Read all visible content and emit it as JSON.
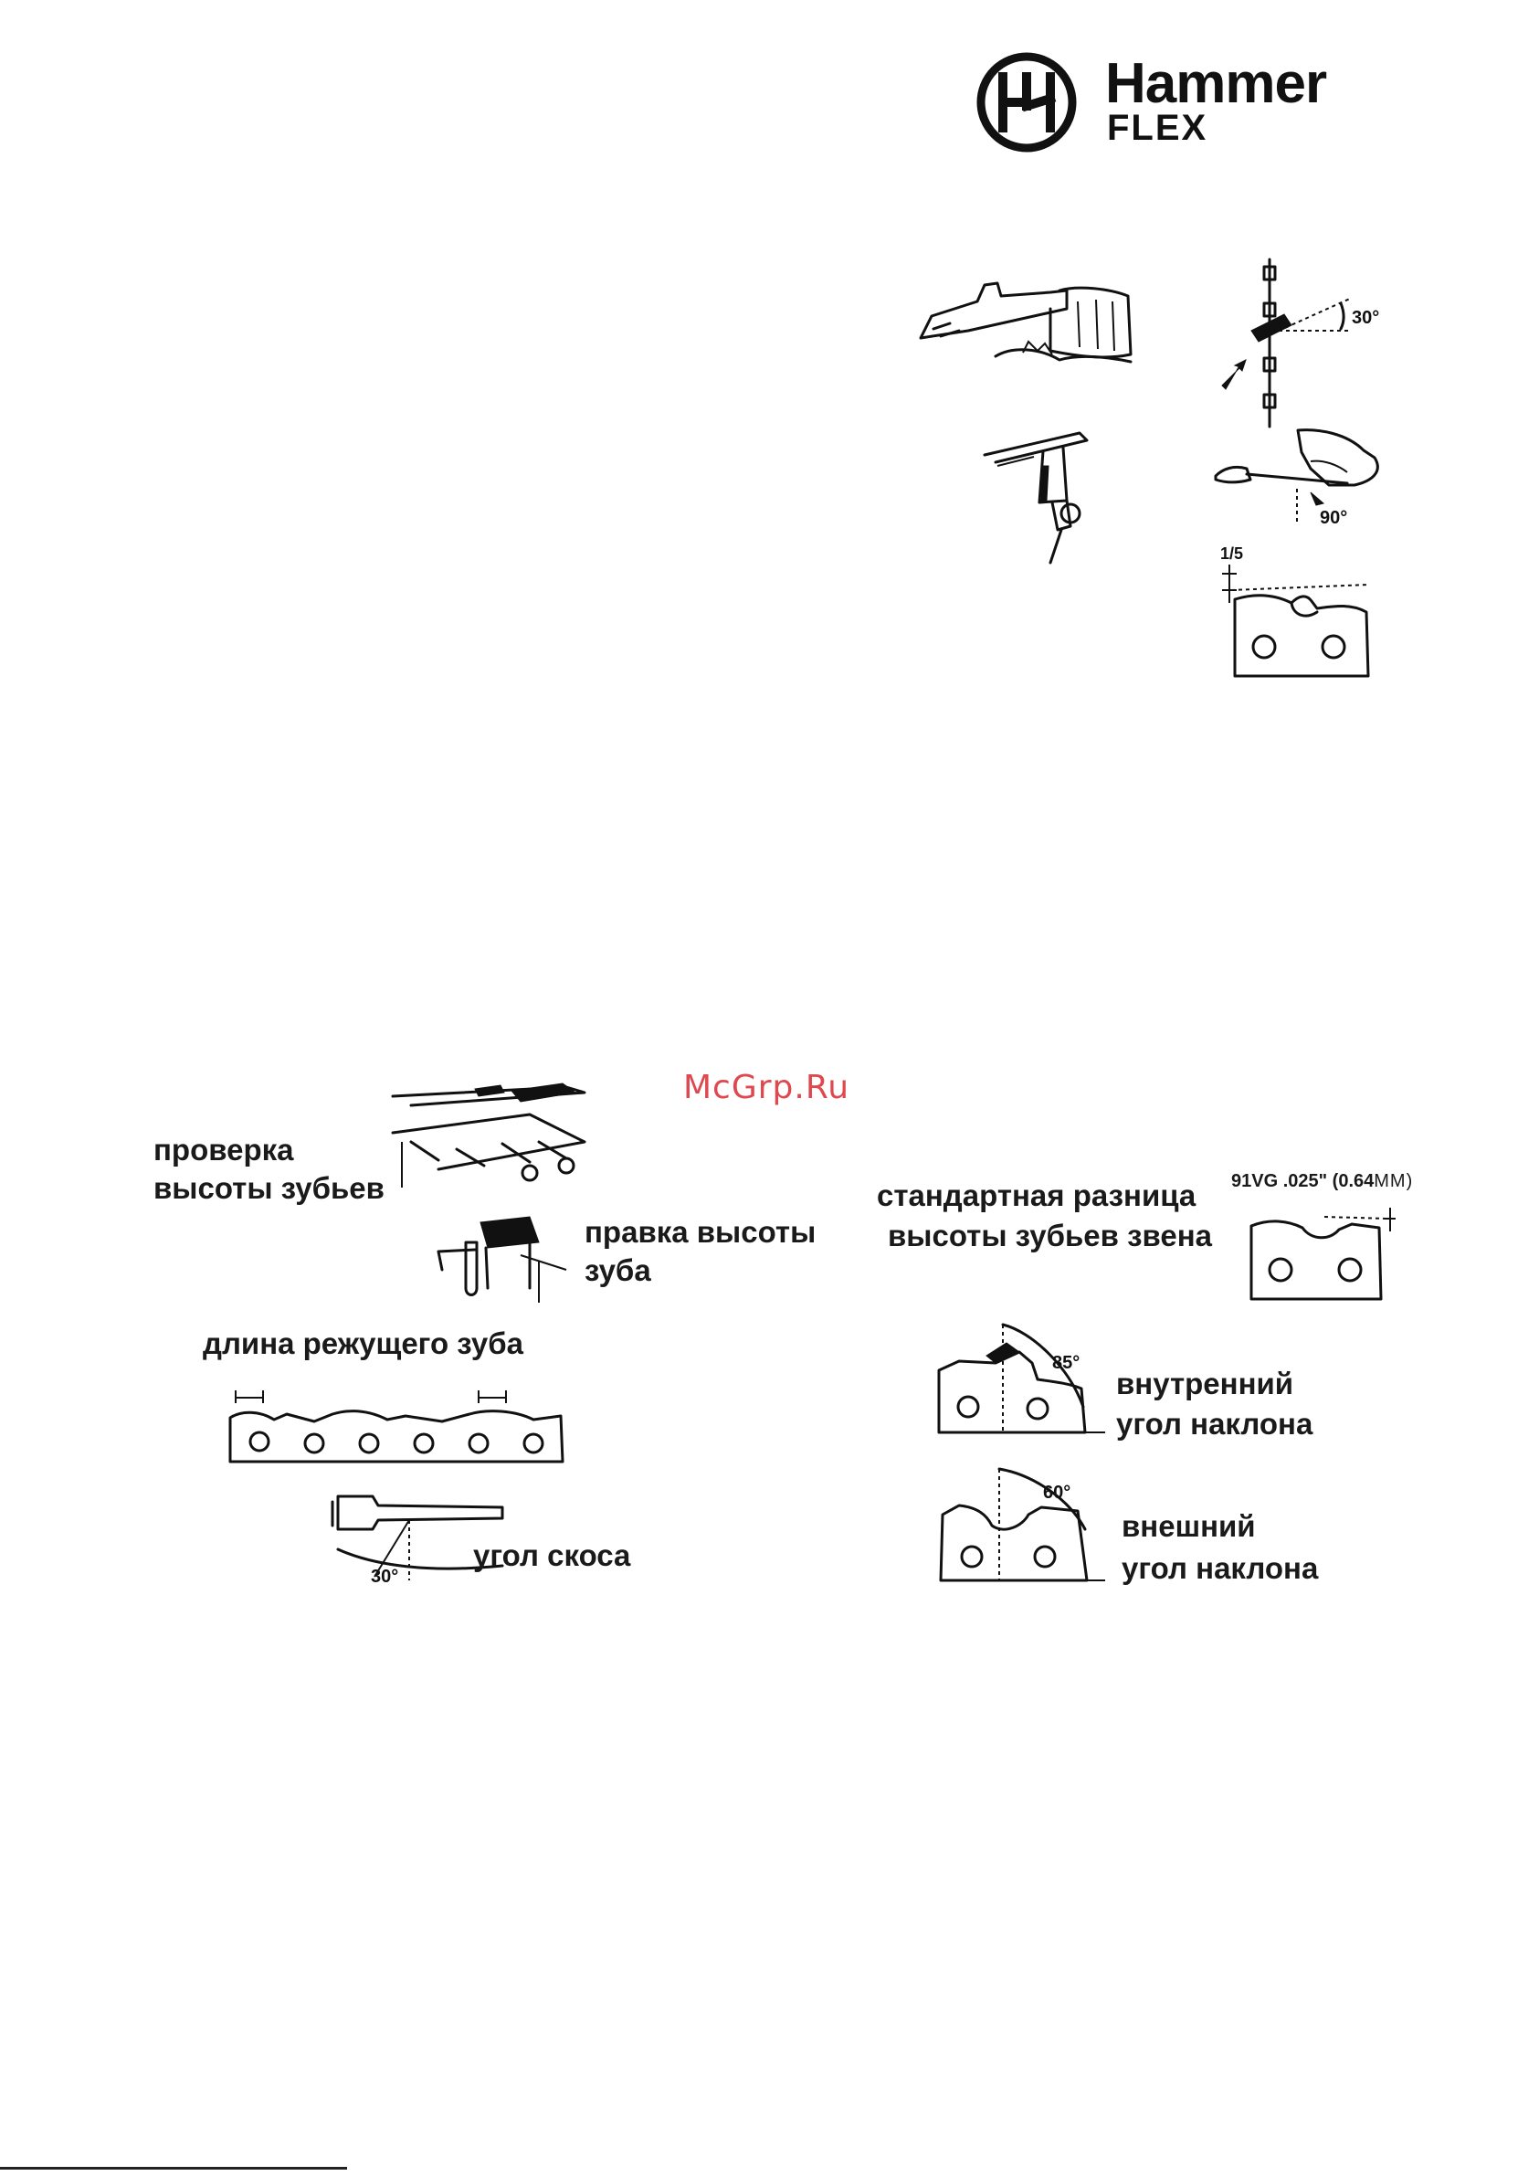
{
  "brand": {
    "name": "Hammer",
    "sub": "FLEX"
  },
  "watermark": {
    "text": "McGrp.Ru",
    "color": "#e0484f"
  },
  "top_figures": {
    "angle_30": "30°",
    "angle_90": "90°",
    "fraction": "1/5"
  },
  "left_labels": {
    "check_height_1": "проверка",
    "check_height_2": "высоты зубьев",
    "correct_height_1": "правка высоты",
    "correct_height_2": "зуба",
    "tooth_length": "длина режущего зуба",
    "bevel_angle": "угол скоса",
    "bevel_value": "30°"
  },
  "right_labels": {
    "std_diff_1": "стандартная разница",
    "std_diff_2": "высоты зубьев звена",
    "spec": "91VG .025\" (0.64",
    "spec_unit": "ММ)",
    "inner_1": "внутренний",
    "inner_2": "угол наклона",
    "inner_value": "85°",
    "outer_1": "внешний",
    "outer_2": "угол наклона",
    "outer_value": "60°"
  },
  "icons": [
    "hammer-logo-icon"
  ]
}
